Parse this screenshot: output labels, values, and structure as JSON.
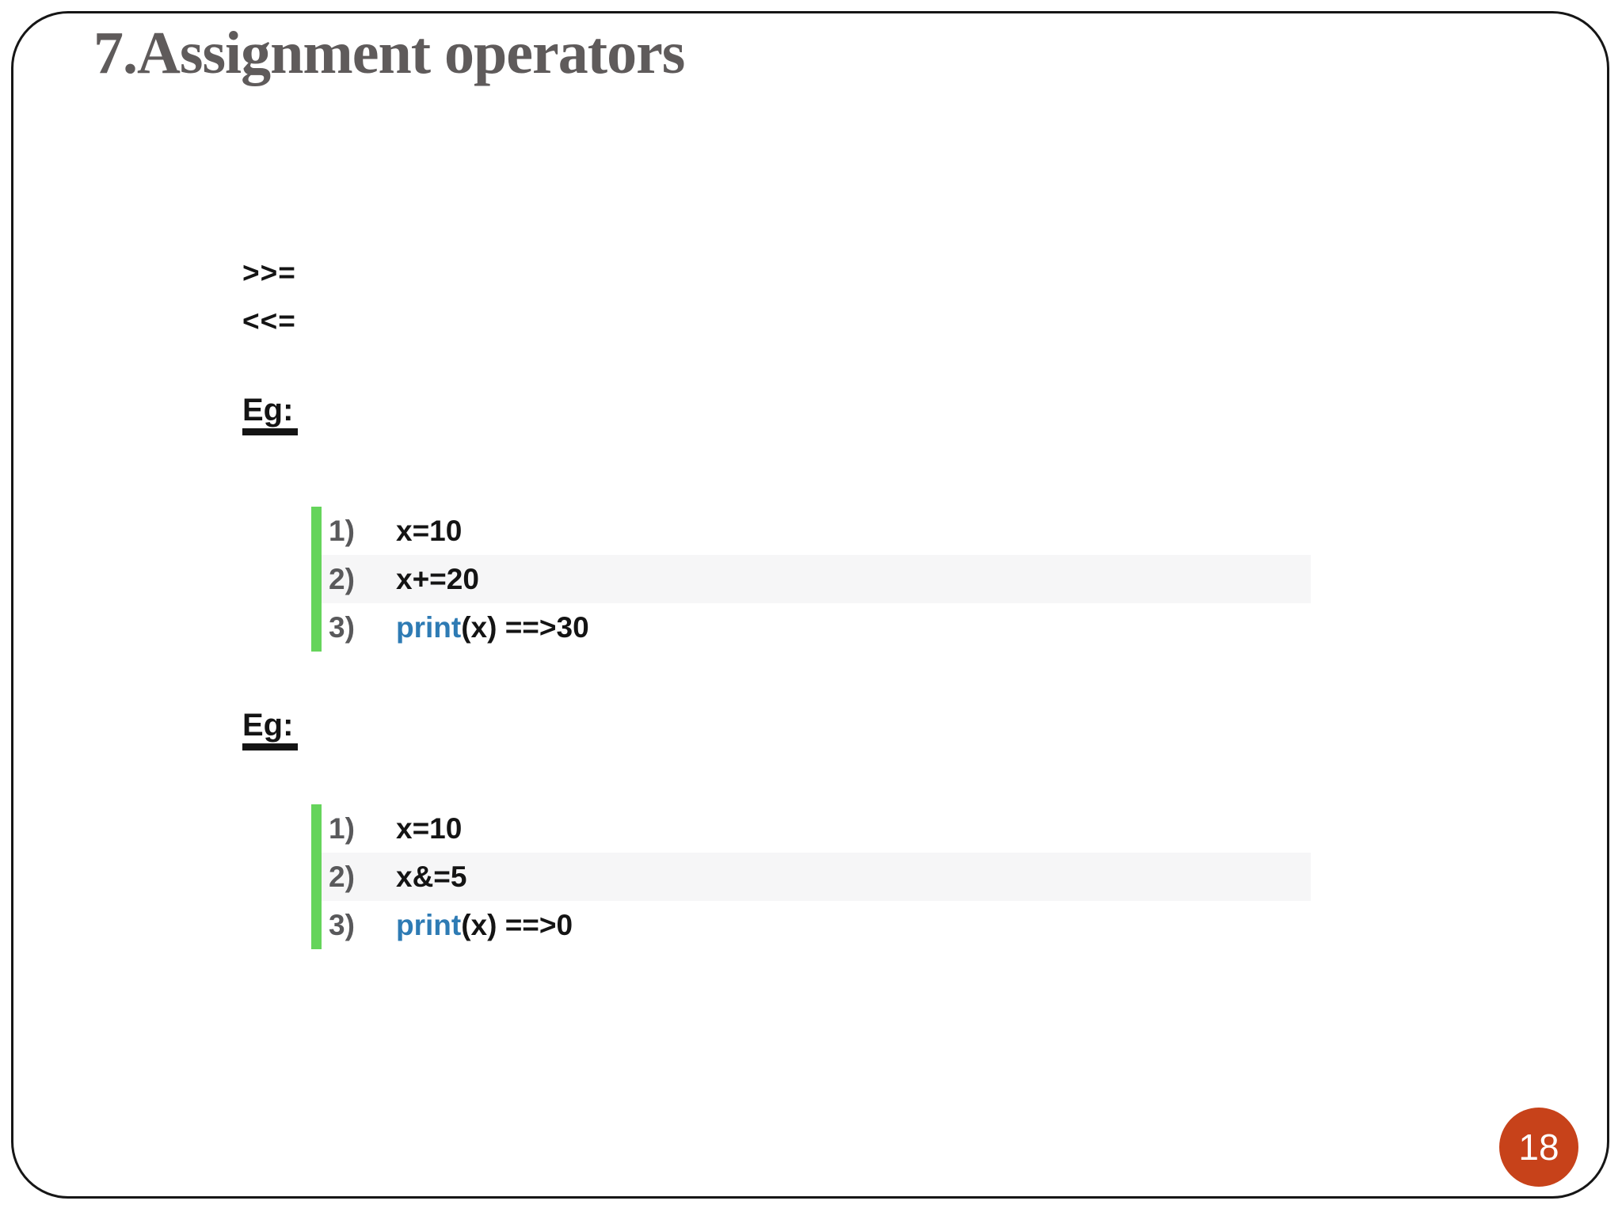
{
  "slide": {
    "title": "7.Assignment operators",
    "page_number": "18"
  },
  "operator_list": {
    "items": [
      ">>=",
      "<<="
    ]
  },
  "examples": [
    {
      "label": "Eg:",
      "lines": [
        {
          "num": "1)",
          "code": "x=10"
        },
        {
          "num": "2)",
          "code": "x+=20"
        },
        {
          "num": "3)",
          "keyword": "print",
          "code_rest": "(x) ==>30"
        }
      ]
    },
    {
      "label": "Eg:",
      "lines": [
        {
          "num": "1)",
          "code": "x=10"
        },
        {
          "num": "2)",
          "code": "x&=5"
        },
        {
          "num": "3)",
          "keyword": "print",
          "code_rest": "(x) ==>0"
        }
      ]
    }
  ],
  "colors": {
    "title": "#5f5b5b",
    "text": "#141414",
    "line_number": "#59595b",
    "keyword": "#2e7bb4",
    "green_bar": "#65d45b",
    "row_highlight": "#f6f6f7",
    "page_circle": "#c7421a",
    "page_text": "#ffffff",
    "border": "#161616"
  }
}
